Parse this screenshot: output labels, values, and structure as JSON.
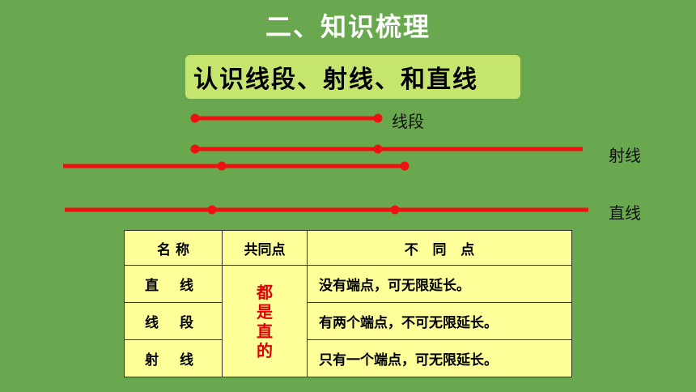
{
  "heading": "二、知识梳理",
  "subheading": "认识线段、射线、和直线",
  "figures": {
    "segment_label": "线段",
    "ray_label": "射线",
    "line_label": "直线",
    "line_color": "#ee1111"
  },
  "table": {
    "headers": [
      "名 称",
      "共同点",
      "不   同   点"
    ],
    "common": "都是直的",
    "rows": [
      {
        "name": "直 线",
        "difference": "没有端点，可无限延长。"
      },
      {
        "name": "线 段",
        "difference": "有两个端点，不可无限延长。"
      },
      {
        "name": "射 线",
        "difference": "只有一个端点，可无限延长。"
      }
    ]
  }
}
